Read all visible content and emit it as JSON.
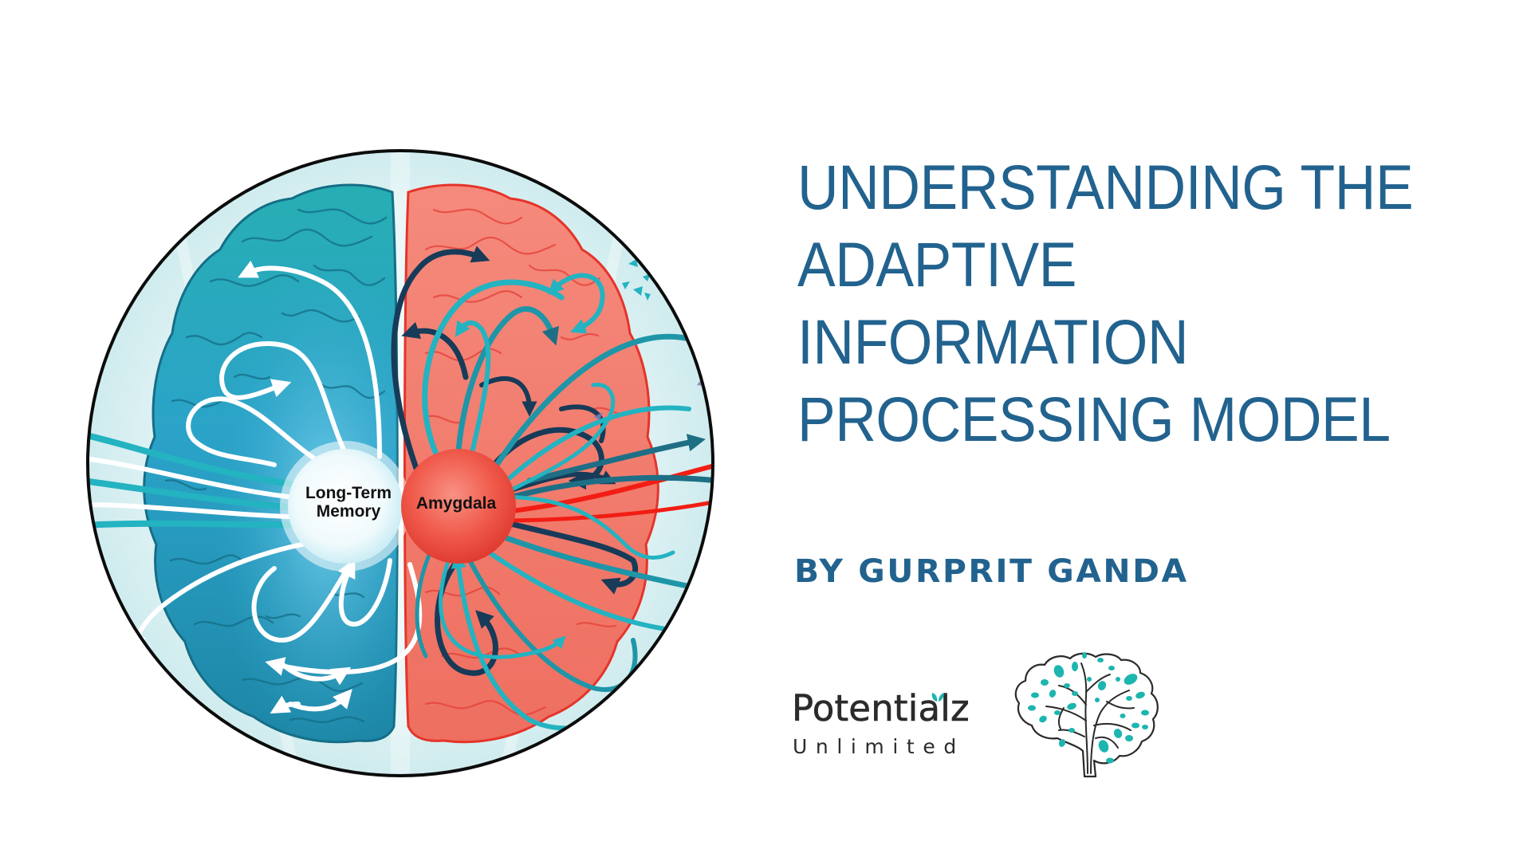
{
  "slide": {
    "title_lines": [
      "UNDERSTANDING THE",
      "ADAPTIVE",
      "INFORMATION",
      "PROCESSING MODEL"
    ],
    "byline": "BY GURPRIT GANDA",
    "colors": {
      "title": "#22628e",
      "byline": "#22628e",
      "brand_text": "#2b2b2d",
      "brand_leaf": "#1db5b0",
      "left_hemisphere": "#1f9fb8",
      "right_hemisphere": "#f07a6c",
      "amygdala_node": "#ee4a3f",
      "ltm_node": "#f2fbfc",
      "pathway_teal": "#23b3c1",
      "pathway_dark": "#173b58",
      "pathway_red": "#f21d14"
    }
  },
  "illustration": {
    "description": "Brain diagram: blue left hemisphere with Long-Term Memory hub, red right hemisphere with Amygdala hub and chaotic pathways",
    "nodes": [
      {
        "id": "ltm",
        "label_line1": "Long-Term",
        "label_line2": "Memory"
      },
      {
        "id": "amygdala",
        "label": "Amygdala"
      }
    ]
  },
  "brand": {
    "name": "Potentialz",
    "tagline": "Unlimited",
    "logo_icon": "brain-tree-icon"
  }
}
